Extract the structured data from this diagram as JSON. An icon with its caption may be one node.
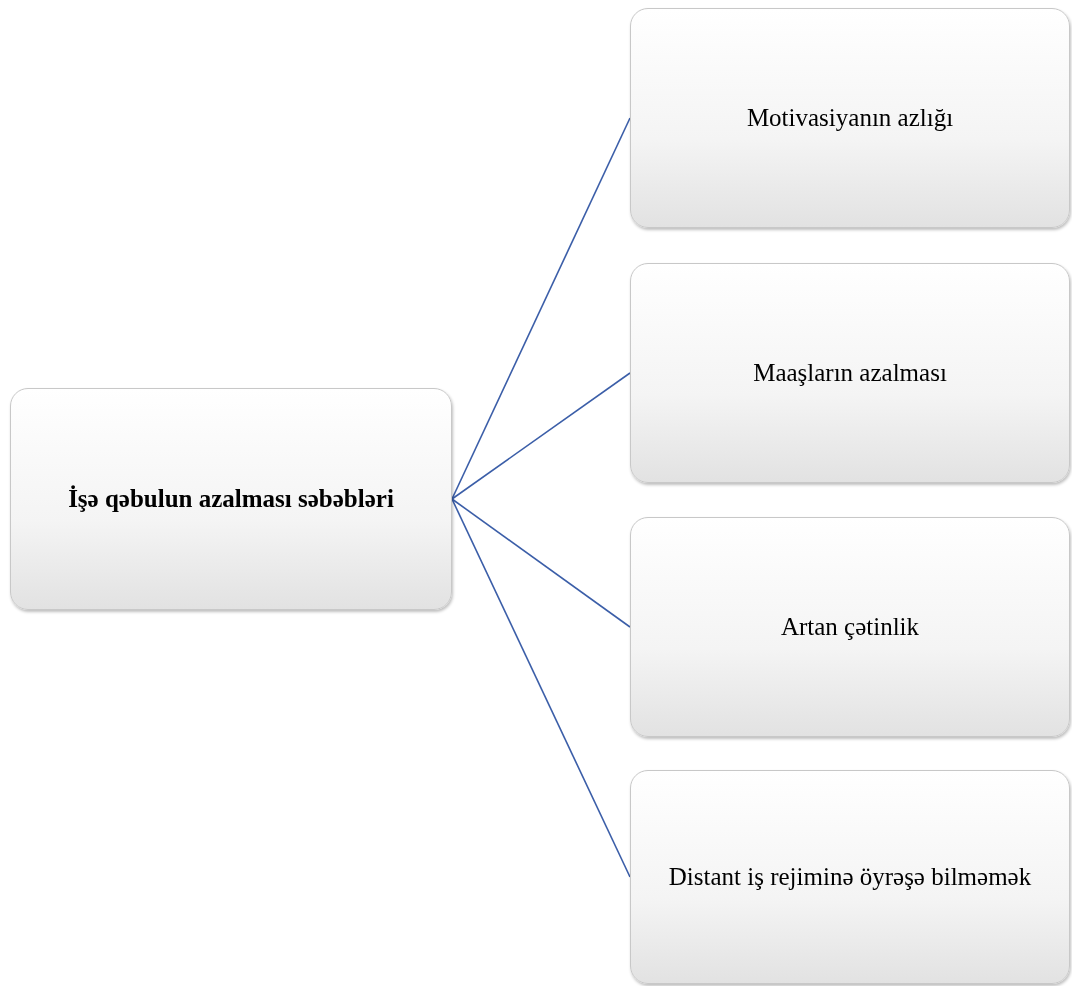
{
  "diagram": {
    "nodes": [
      {
        "text": [
          "İşə qəbulun azalması səbəbləri"
        ]
      },
      {
        "text": [
          "Motivasiyanın azlığı"
        ]
      },
      {
        "text": [
          "Maaşların azalması"
        ]
      },
      {
        "text": [
          "Artan çətinlik"
        ]
      },
      {
        "text": [
          "Distant iş rejiminə öyrəşə bilməmək"
        ]
      }
    ],
    "edges": [
      {
        "from": 0,
        "to": 1,
        "arrow": "none"
      },
      {
        "from": 0,
        "to": 2,
        "arrow": "none"
      },
      {
        "from": 0,
        "to": 3,
        "arrow": "none"
      },
      {
        "from": 0,
        "to": 4,
        "arrow": "none"
      }
    ]
  }
}
